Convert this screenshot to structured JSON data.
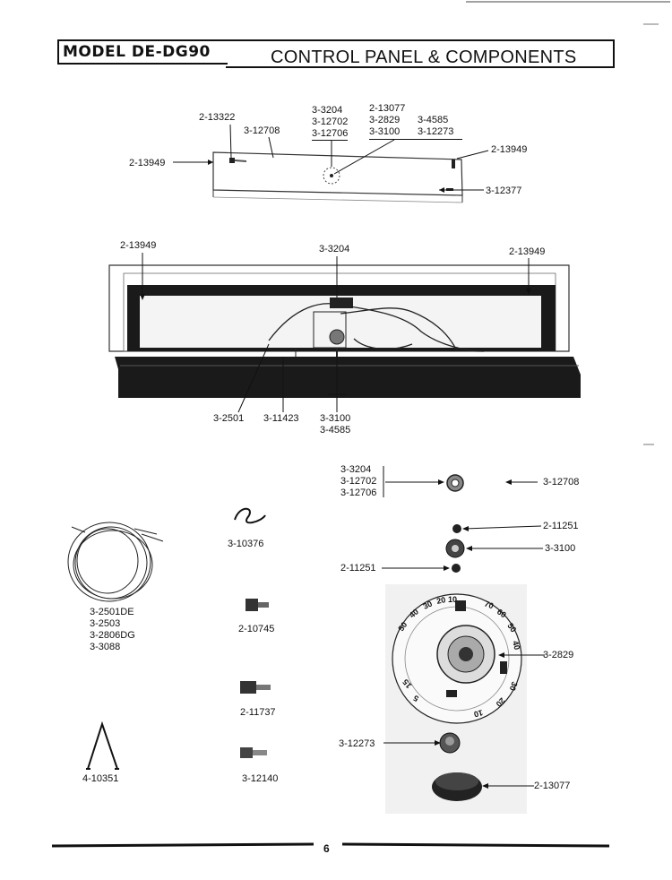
{
  "header": {
    "model": "MODEL DE-DG90",
    "title": "CONTROL PANEL & COMPONENTS"
  },
  "labels": {
    "top_2_13322": "2-13322",
    "top_3_12708": "3-12708",
    "top_2_13949_left": "2-13949",
    "top_stack_a": [
      "3-3204",
      "3-12702",
      "3-12706"
    ],
    "top_stack_b": [
      "2-13077",
      "3-2829",
      "3-3100"
    ],
    "top_stack_c": [
      "3-4585",
      "3-12273"
    ],
    "top_2_13949_right": "2-13949",
    "top_3_12377": "3-12377",
    "mid_2_13949_left": "2-13949",
    "mid_3_3204": "3-3204",
    "mid_2_13949_right": "2-13949",
    "mid_3_2501": "3-2501",
    "mid_3_11423": "3-11423",
    "mid_stack_bottom": [
      "3-3100",
      "3-4585"
    ],
    "knob_stack": [
      "3-3204",
      "3-12702",
      "3-12706"
    ],
    "knob_3_12708": "3-12708",
    "clip_3_10376": "3-10376",
    "harness_stack": [
      "3-2501DE",
      "3-2503",
      "3-2806DG",
      "3-3088"
    ],
    "part_2_11251_a": "2-11251",
    "part_3_3100": "3-3100",
    "part_2_11251_b": "2-11251",
    "term_2_10745": "2-10745",
    "part_3_2829": "3-2829",
    "term_2_11737": "2-11737",
    "spring_4_10351": "4-10351",
    "term_3_12140": "3-12140",
    "part_3_12273": "3-12273",
    "part_2_13077": "2-13077"
  },
  "dial_numbers": [
    "50",
    "40",
    "30",
    "20",
    "10",
    "70",
    "60",
    "50",
    "40",
    "30",
    "20",
    "10",
    "5",
    "15"
  ],
  "page_number": "6"
}
